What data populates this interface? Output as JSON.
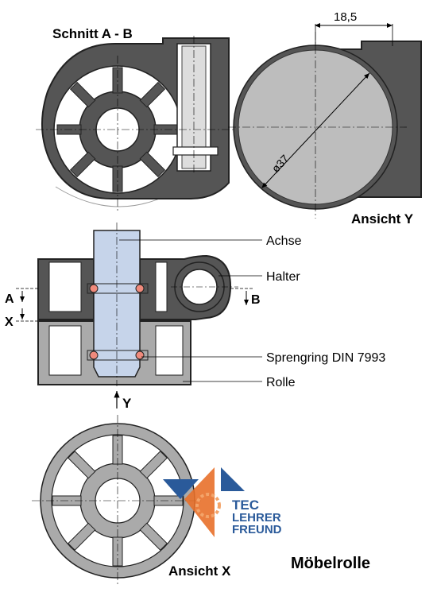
{
  "title": "Möbelrolle",
  "views": {
    "section": "Schnitt A - B",
    "view_y": "Ansicht Y",
    "view_x": "Ansicht X"
  },
  "dimensions": {
    "width": "18,5",
    "diameter": "ø37"
  },
  "callouts": {
    "achse": "Achse",
    "halter": "Halter",
    "sprengring": "Sprengring DIN 7993",
    "rolle": "Rolle"
  },
  "markers": {
    "a": "A",
    "b": "B",
    "x": "X",
    "y": "Y"
  },
  "logo": {
    "line1": "TEC",
    "line2": "LEHRER",
    "line3": "FREUND"
  },
  "colors": {
    "dark_part": "#555555",
    "light_part": "#aaaaaa",
    "axle": "#c6d4ea",
    "ring": "#f08a7c",
    "roller_face": "#bdbdbd",
    "logo_blue": "#2a5a9a",
    "logo_orange": "#e8702a"
  }
}
